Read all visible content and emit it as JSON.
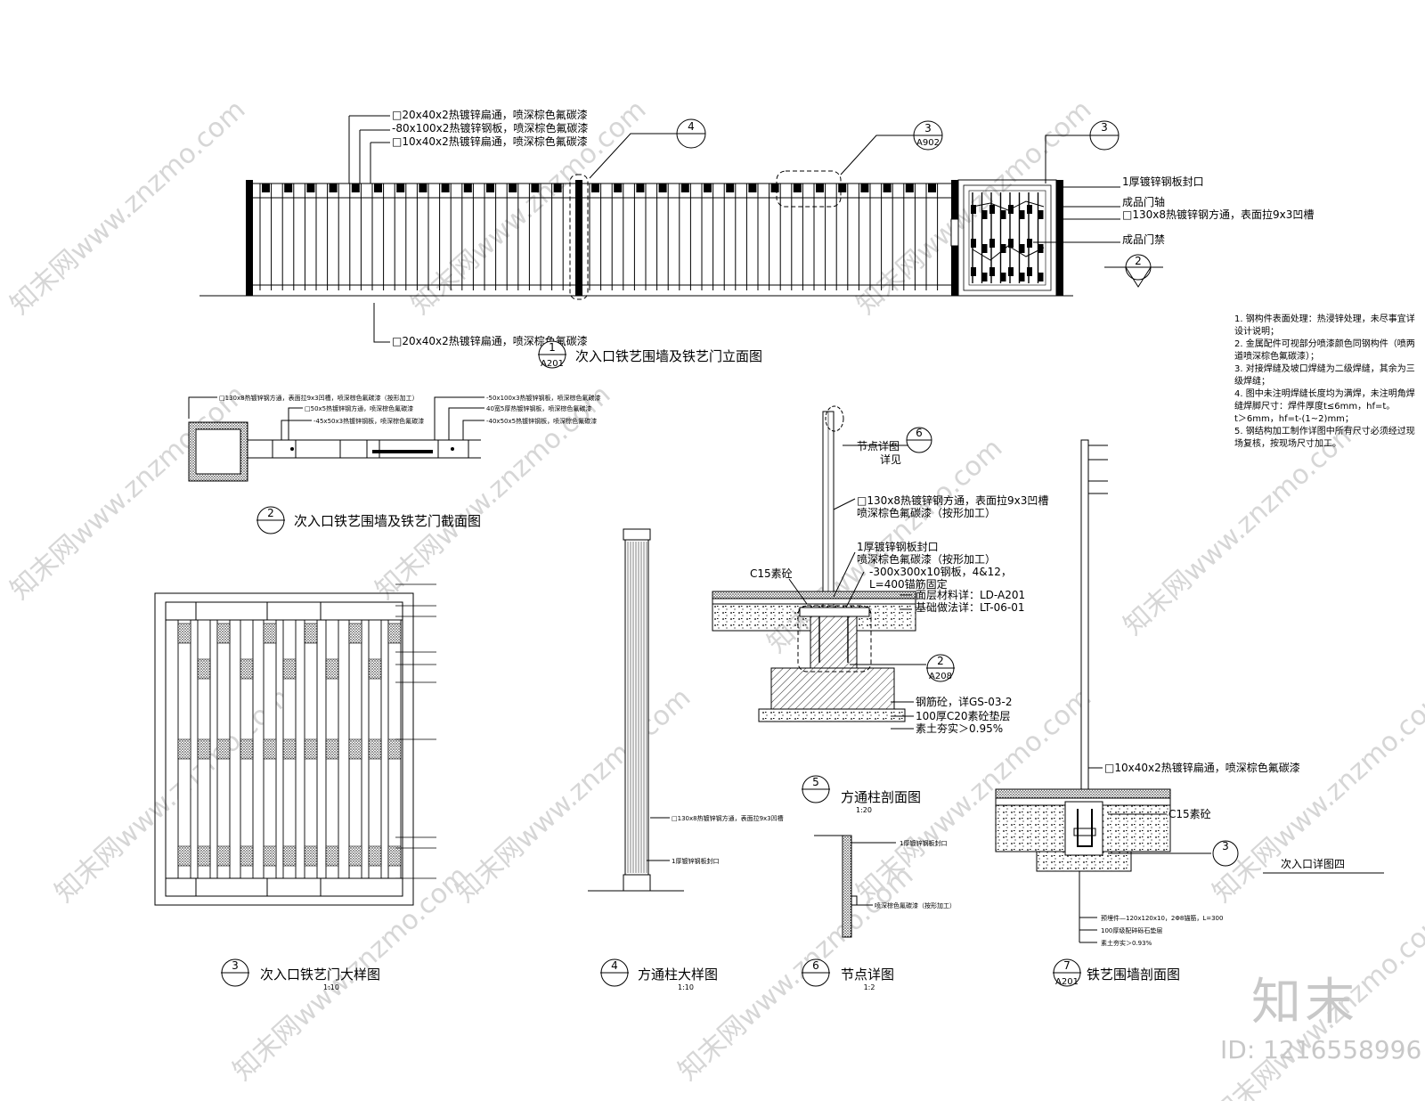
{
  "elevation": {
    "labels_top": [
      "□20x40x2热镀锌扁通，喷深棕色氟碳漆",
      "-80x100x2热镀锌钢板，喷深棕色氟碳漆",
      "□10x40x2热镀锌扁通，喷深棕色氟碳漆"
    ],
    "label_bottom": "□20x40x2热镀锌扁通，喷深棕色氟碳漆",
    "gate_labels": [
      "1厚镀锌钢板封口",
      "成品门轴",
      "□130x8热镀锌钢方通，表面拉9x3凹槽",
      "成品门禁"
    ],
    "callout_4": "4",
    "callout_3a": "3",
    "callout_3a_ref": "A902",
    "callout_3b": "3",
    "callout_2": "2",
    "title_num": "1",
    "title_ref": "A201",
    "title": "次入口铁艺围墙及铁艺门立面图"
  },
  "section": {
    "labels_left": [
      "□130x8热镀锌钢方通，表面拉9x3凹槽，喷深棕色氟碳漆（按形加工）",
      "□50x5热镀锌钢方通，喷深棕色氟碳漆",
      "-45x50x3热镀锌钢板，喷深棕色氟碳漆"
    ],
    "labels_right": [
      "-50x100x3热镀锌钢板，喷深棕色氟碳漆",
      "40宽5厚热镀锌钢板，喷深棕色氟碳漆",
      "-40x50x5热镀锌钢板，喷深棕色氟碳漆"
    ],
    "title_num": "2",
    "title": "次入口铁艺围墙及铁艺门截面图"
  },
  "gate_detail": {
    "title_num": "3",
    "title": "次入口铁艺门大样图",
    "scale": "1:10"
  },
  "column_detail": {
    "labels": [
      "□130x8热镀锌钢方通，表面拉9x3凹槽",
      "1厚镀锌钢板封口"
    ],
    "title_num": "4",
    "title": "方通柱大样图",
    "scale": "1:10"
  },
  "column_section": {
    "labels": [
      "节点详图",
      "详见",
      "□130x8热镀锌钢方通，表面拉9x3凹槽",
      "喷深棕色氟碳漆（按形加工）",
      "1厚镀锌钢板封口",
      "喷深棕色氟碳漆（按形加工）",
      "-300x300x10钢板，4&12，",
      "L=400锚筋固定",
      "面层材料详：LD-A201",
      "基础做法详：LT-06-01",
      "钢筋砼，详GS-03-2",
      "100厚C20素砼垫层",
      "素土夯实＞0.95%"
    ],
    "c15": "C15素砼",
    "callout_6": "6",
    "callout_2": "2",
    "callout_2_ref": "A208",
    "title_num": "5",
    "title": "方通柱剖面图",
    "scale": "1:20"
  },
  "node_detail": {
    "labels": [
      "1厚镀锌钢板封口",
      "喷深棕色氟碳漆（按形加工）"
    ],
    "title_num": "6",
    "title": "节点详图",
    "scale": "1:2"
  },
  "fence_section": {
    "label_mid": "□10x40x2热镀锌扁通，喷深棕色氟碳漆",
    "c15": "C15素砼",
    "callout_3": "3",
    "labels_bottom": [
      "预埋件—120x120x10，2Φ8锚筋，L=300",
      "100厚级配碎砾石垫层",
      "素土夯实＞0.93%"
    ],
    "subtitle": "次入口详图四",
    "title_num": "7",
    "title_ref": "A201",
    "title": "铁艺围墙剖面图"
  },
  "notes": [
    "1. 钢构件表面处理：热浸锌处理，未尽事宜详设计说明；",
    "2. 金属配件可视部分喷漆颜色同钢构件（喷两道喷深棕色氟碳漆）；",
    "3. 对接焊缝及坡口焊缝为二级焊缝，其余为三级焊缝；",
    "4. 图中未注明焊缝长度均为满焊，未注明角焊缝焊脚尺寸：焊件厚度t≤6mm，hf=t。",
    "t＞6mm，hf=t-(1~2)mm；",
    "5. 钢结构加工制作详图中所有尺寸必须经过现场复核，按现场尺寸加工。"
  ],
  "watermark_text": "知末网www.znzmo.com",
  "brand": "知末",
  "doc_id": "ID: 1216558996"
}
